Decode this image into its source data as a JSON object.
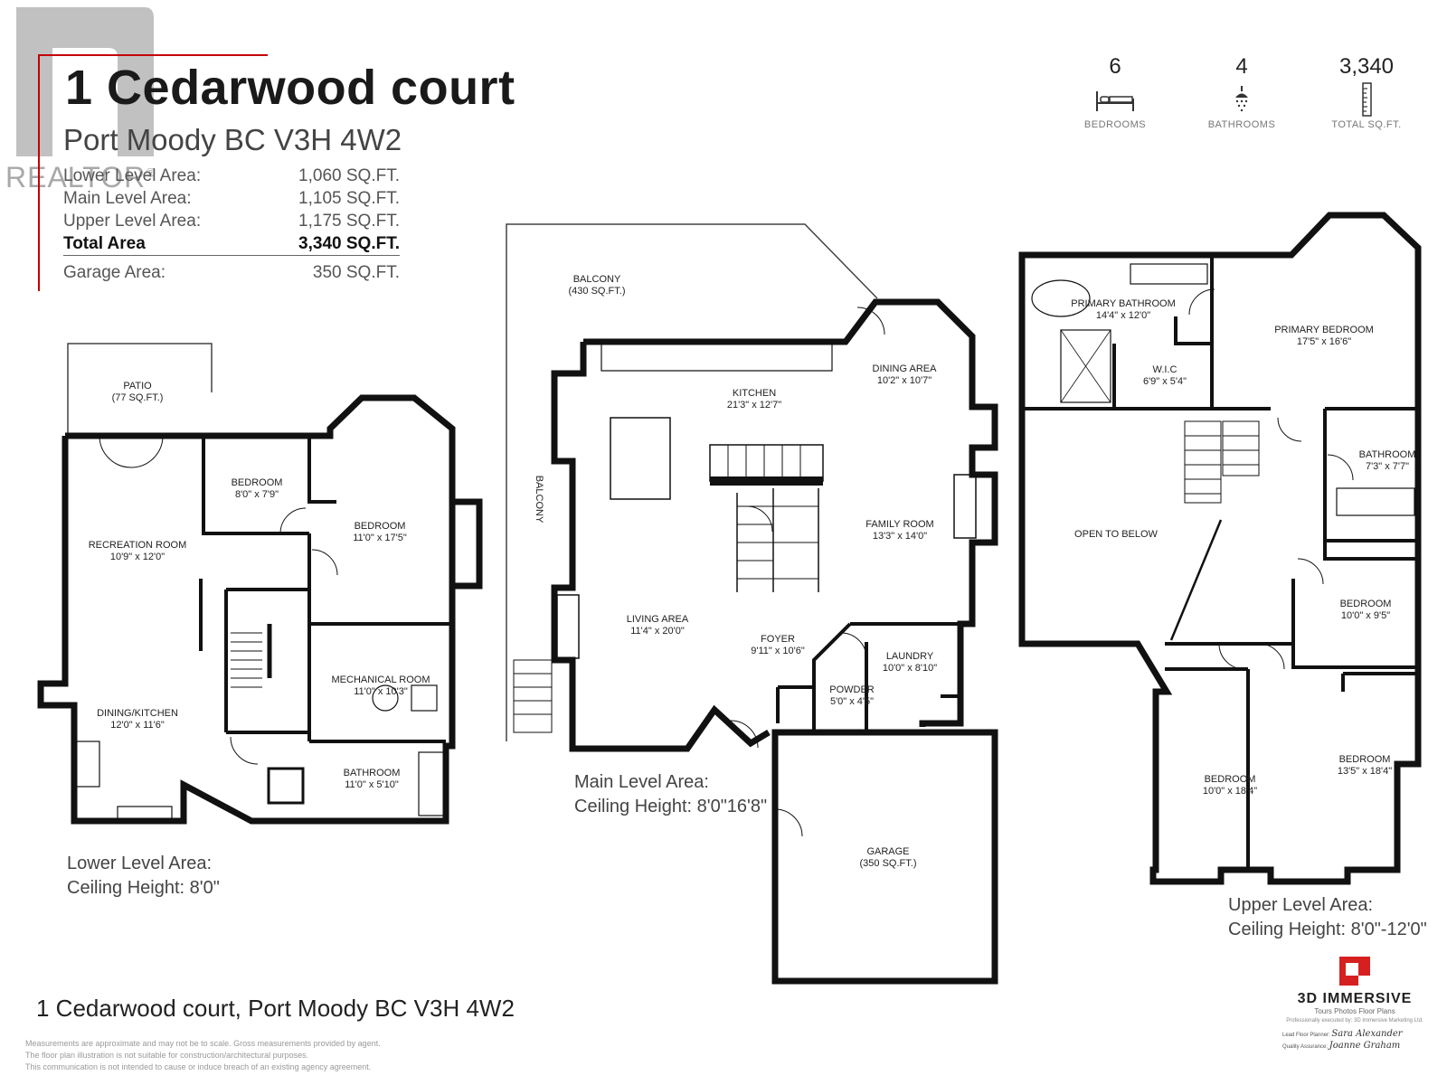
{
  "header": {
    "title": "1 Cedarwood court",
    "subtitle": "Port Moody BC V3H 4W2"
  },
  "watermark": {
    "text": "REALTOR",
    "mark": "®"
  },
  "areas": [
    {
      "label": "Lower Level Area:",
      "value": "1,060 SQ.FT."
    },
    {
      "label": "Main Level Area:",
      "value": "1,105 SQ.FT."
    },
    {
      "label": "Upper Level Area:",
      "value": "1,175 SQ.FT."
    }
  ],
  "total": {
    "label": "Total Area",
    "value": "3,340 SQ.FT."
  },
  "garage_area": {
    "label": "Garage Area:",
    "value": "350 SQ.FT."
  },
  "stats": [
    {
      "value": "6",
      "label": "BEDROOMS",
      "icon": "bed-icon"
    },
    {
      "value": "4",
      "label": "BATHROOMS",
      "icon": "shower-icon"
    },
    {
      "value": "3,340",
      "label": "TOTAL SQ.FT.",
      "icon": "ruler-icon"
    }
  ],
  "rooms": {
    "patio": {
      "name": "PATIO",
      "dims": "(77 SQ.FT.)"
    },
    "lower_bedroom_small": {
      "name": "BEDROOM",
      "dims": "8'0\" x 7'9\""
    },
    "lower_bedroom": {
      "name": "BEDROOM",
      "dims": "11'0\" x 17'5\""
    },
    "recreation": {
      "name": "RECREATION ROOM",
      "dims": "10'9\" x 12'0\""
    },
    "mechanical": {
      "name": "MECHANICAL ROOM",
      "dims": "11'0\" x 10'3\""
    },
    "dining_kitchen": {
      "name": "DINING/KITCHEN",
      "dims": "12'0\" x 11'6\""
    },
    "lower_bathroom": {
      "name": "BATHROOM",
      "dims": "11'0\" x 5'10\""
    },
    "balcony_top": {
      "name": "BALCONY",
      "dims": "(430 SQ.FT.)"
    },
    "balcony_side": {
      "name": "BALCONY"
    },
    "kitchen": {
      "name": "KITCHEN",
      "dims": "21'3\" x 12'7\""
    },
    "dining_area": {
      "name": "DINING AREA",
      "dims": "10'2\" x 10'7\""
    },
    "family_room": {
      "name": "FAMILY ROOM",
      "dims": "13'3\" x 14'0\""
    },
    "living_area": {
      "name": "LIVING AREA",
      "dims": "11'4\" x 20'0\""
    },
    "foyer": {
      "name": "FOYER",
      "dims": "9'11\" x 10'6\""
    },
    "laundry": {
      "name": "LAUNDRY",
      "dims": "10'0\" x 8'10\""
    },
    "powder": {
      "name": "POWDER",
      "dims": "5'0\" x 4'5\""
    },
    "garage": {
      "name": "GARAGE",
      "dims": "(350 SQ.FT.)"
    },
    "primary_bathroom": {
      "name": "PRIMARY BATHROOM",
      "dims": "14'4\" x 12'0\""
    },
    "wic": {
      "name": "W.I.C",
      "dims": "6'9\" x 5'4\""
    },
    "primary_bedroom": {
      "name": "PRIMARY BEDROOM",
      "dims": "17'5\" x 16'6\""
    },
    "upper_bathroom": {
      "name": "BATHROOM",
      "dims": "7'3\" x 7'7\""
    },
    "open_below": {
      "name": "OPEN TO BELOW"
    },
    "upper_bedroom_a": {
      "name": "BEDROOM",
      "dims": "10'0\" x 9'5\""
    },
    "upper_bedroom_b": {
      "name": "BEDROOM",
      "dims": "10'0\" x 18'4\""
    },
    "upper_bedroom_c": {
      "name": "BEDROOM",
      "dims": "13'5\" x 18'4\""
    }
  },
  "levels": {
    "lower": {
      "line1": "Lower Level Area:",
      "line2": "Ceiling Height: 8'0\""
    },
    "main": {
      "line1": "Main Level Area:",
      "line2": "Ceiling Height: 8'0\"16'8\""
    },
    "upper": {
      "line1": "Upper Level Area:",
      "line2": "Ceiling Height: 8'0\"-12'0\""
    }
  },
  "footer": {
    "address": "1 Cedarwood court, Port Moody BC V3H 4W2",
    "disclaimer": [
      "Measurements are approximate and may not be to scale. Gross measurements provided by agent.",
      "The floor plan illustration is not suitable for construction/architectural purposes.",
      "This communication is not intended to cause or induce breach of an existing agency agreement."
    ]
  },
  "brand": {
    "name": "3D IMMERSIVE",
    "tagline": "Tours  Photos  Floor Plans",
    "small": "Professionally executed by: 3D Immersive Marketing Ltd.",
    "floor_planner_label": "Lead Floor Planner:",
    "floor_planner_sig": "Sara Alexander",
    "qa_label": "Quality Assurance:",
    "qa_sig": "Joanne Graham"
  },
  "colors": {
    "accent": "#c40000",
    "wall": "#111111",
    "brand_red": "#d62020"
  }
}
